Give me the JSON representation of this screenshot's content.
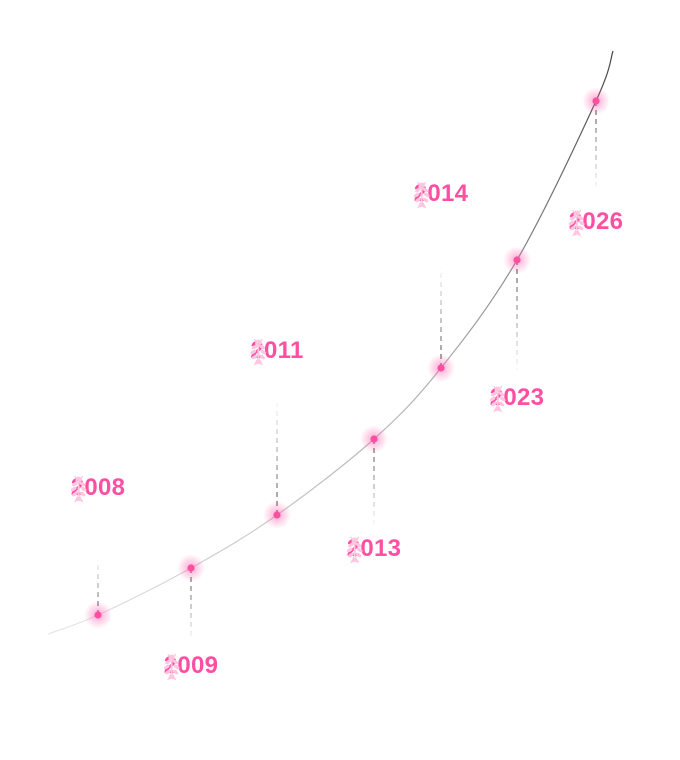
{
  "colors": {
    "accent": "#ff4fa3",
    "laurel": "#ffc6e0",
    "curve": "#555555"
  },
  "milestones": [
    {
      "year": "2008",
      "label_side": "above"
    },
    {
      "year": "2009",
      "label_side": "below"
    },
    {
      "year": "2011",
      "label_side": "above"
    },
    {
      "year": "2013",
      "label_side": "below"
    },
    {
      "year": "2014",
      "label_side": "above"
    },
    {
      "year": "2023",
      "label_side": "below"
    },
    {
      "year": "2026",
      "label_side": "below"
    }
  ]
}
